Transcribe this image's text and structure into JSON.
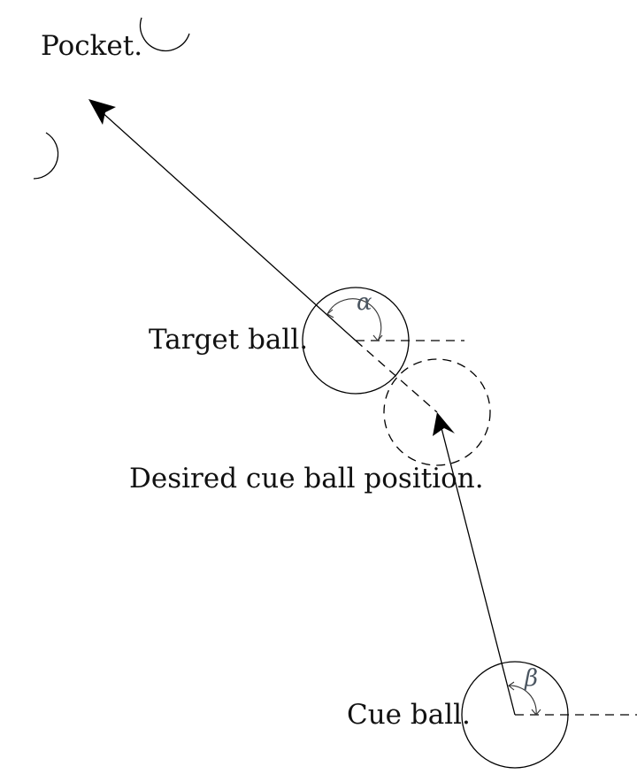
{
  "labels": {
    "pocket": "Pocket.",
    "target_ball": "Target ball.",
    "desired_cue_position": "Desired cue ball position.",
    "cue_ball": "Cue ball."
  },
  "angles": {
    "alpha": "α",
    "beta": "β"
  },
  "colors": {
    "ink": "#000000",
    "angle_label": "#4a5560"
  }
}
